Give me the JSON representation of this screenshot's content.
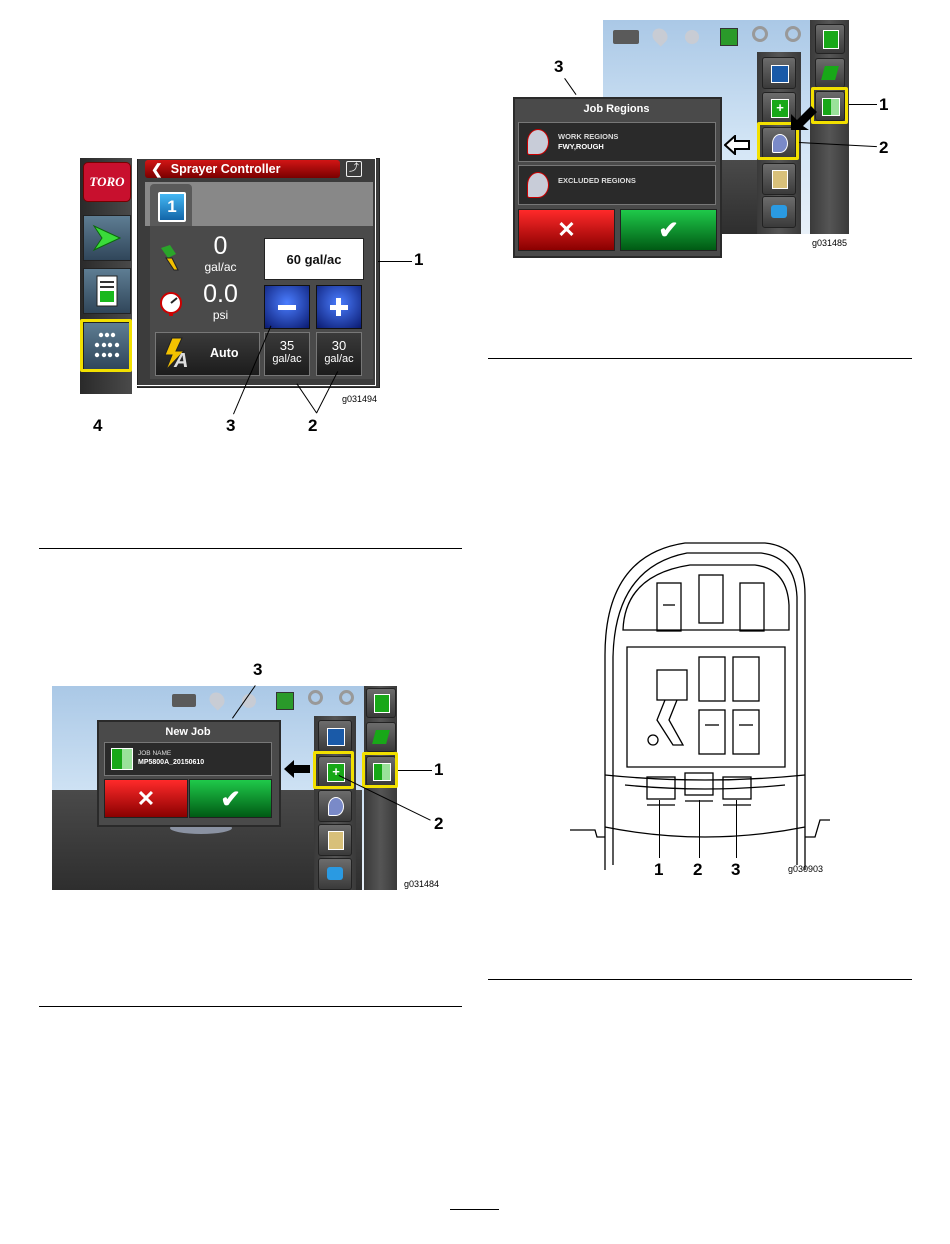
{
  "figures": {
    "sprayer": {
      "title": "Sprayer Controller",
      "tab_number": "1",
      "speed_value": "0",
      "speed_unit": "gal/ac",
      "pressure_value": "0.0",
      "pressure_unit": "psi",
      "rate_display": "60 gal/ac",
      "mode_label": "Auto",
      "preset1_value": "35",
      "preset1_unit": "gal/ac",
      "preset2_value": "30",
      "preset2_unit": "gal/ac",
      "logo_text": "TORO",
      "figure_id": "g031494",
      "callouts": [
        "1",
        "2",
        "3",
        "4"
      ]
    },
    "new_job": {
      "dialog_title": "New Job",
      "job_name_label": "JOB NAME",
      "job_name_value": "MP5800A_20150610",
      "figure_id": "g031484",
      "callouts": [
        "1",
        "2",
        "3"
      ]
    },
    "job_regions": {
      "dialog_title": "Job Regions",
      "work_regions_label": "WORK REGIONS",
      "work_regions_value": "FWY,ROUGH",
      "excluded_regions_label": "EXCLUDED REGIONS",
      "figure_id": "g031485",
      "callouts": [
        "1",
        "2",
        "3"
      ]
    },
    "console": {
      "figure_id": "g030903",
      "callouts": [
        "1",
        "2",
        "3"
      ]
    }
  },
  "colors": {
    "highlight": "#f2e000",
    "cancel_red": "#d40000",
    "confirm_green": "#0a8a2a",
    "tab_blue": "#1a8fd6",
    "toro_red": "#c8102e"
  }
}
